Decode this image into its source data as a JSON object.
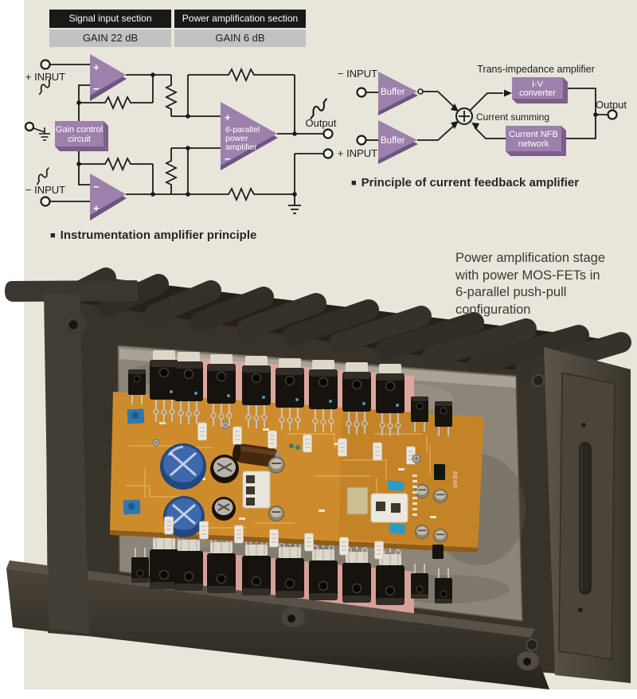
{
  "colors": {
    "panel_bg": "#e8e5da",
    "header_bg": "#191919",
    "header_sub_bg": "#c3c2c2",
    "accent_purple": "#9d80ac",
    "accent_purple_dark": "#7b5f8a",
    "line": "#1a1a1a",
    "pcb_orange": "#ce8b2b",
    "thermal_pad_pink": "#dda79e",
    "heatsink_charcoal": "#38332a"
  },
  "headers": {
    "signal": {
      "title": "Signal input section",
      "gain": "GAIN 22 dB"
    },
    "power": {
      "title": "Power amplification section",
      "gain": "GAIN 6 dB"
    }
  },
  "instrumentation": {
    "bullet": "■",
    "caption": "Instrumentation amplifier principle",
    "plus_input": "+ INPUT",
    "minus_input": "− INPUT",
    "gain_control": {
      "line1": "Gain control",
      "line2": "circuit"
    },
    "opamp1": {
      "plus": "+",
      "minus": "−"
    },
    "opamp2": {
      "minus": "−",
      "plus": "+"
    },
    "power_amp": {
      "plus": "+",
      "line1": "6-parallel",
      "line2": "power",
      "line3": "amplifier",
      "minus": "−"
    },
    "output": "Output"
  },
  "current_feedback": {
    "bullet": "■",
    "caption": "Principle of current feedback amplifier",
    "minus_input": "− INPUT",
    "plus_input": "+ INPUT",
    "buffer1": "Buffer",
    "buffer2": "Buffer",
    "trans_impedance_label": "Trans-impedance amplifier",
    "iv_converter": {
      "line1": "I-V",
      "line2": "converter"
    },
    "current_summing": "Current summing",
    "nfb": {
      "line1": "Current NFB",
      "line2": "network"
    },
    "output": "Output"
  },
  "photo": {
    "caption_lines": [
      "Power amplification stage",
      "with power MOS-FETs in",
      "6-parallel push-pull",
      "configuration"
    ],
    "board_marking": "REAR"
  }
}
